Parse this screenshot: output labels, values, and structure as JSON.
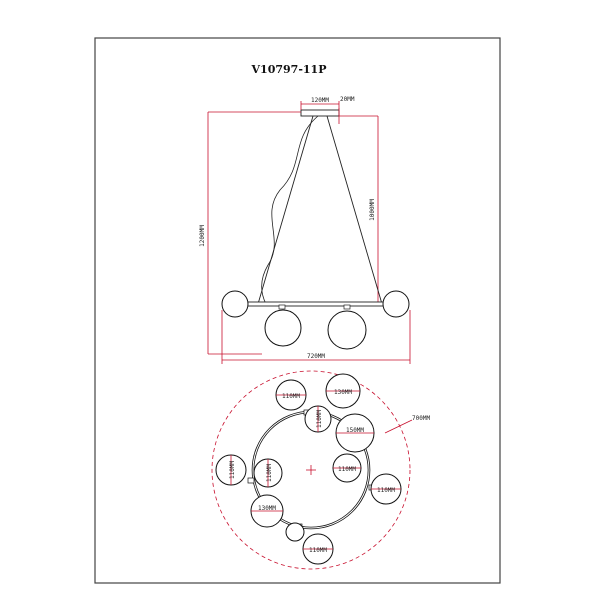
{
  "title": "V10797-11P",
  "colors": {
    "dimension": "#c8102e",
    "line": "#222222",
    "frame": "#444444"
  },
  "side_view": {
    "canopy_width": "120MM",
    "canopy_height": "20MM",
    "drop_height": "1000MM",
    "total_height": "1200MM",
    "total_width": "720MM"
  },
  "top_view": {
    "outer_diameter": "700MM",
    "globes": [
      {
        "label": "110MM"
      },
      {
        "label": "130MM"
      },
      {
        "label": "110MM"
      },
      {
        "label": "150MM"
      },
      {
        "label": "110MM"
      },
      {
        "label": "110MM"
      },
      {
        "label": "110MM"
      },
      {
        "label": "110MM"
      },
      {
        "label": "130MM"
      },
      {
        "label": "110MM"
      }
    ]
  }
}
